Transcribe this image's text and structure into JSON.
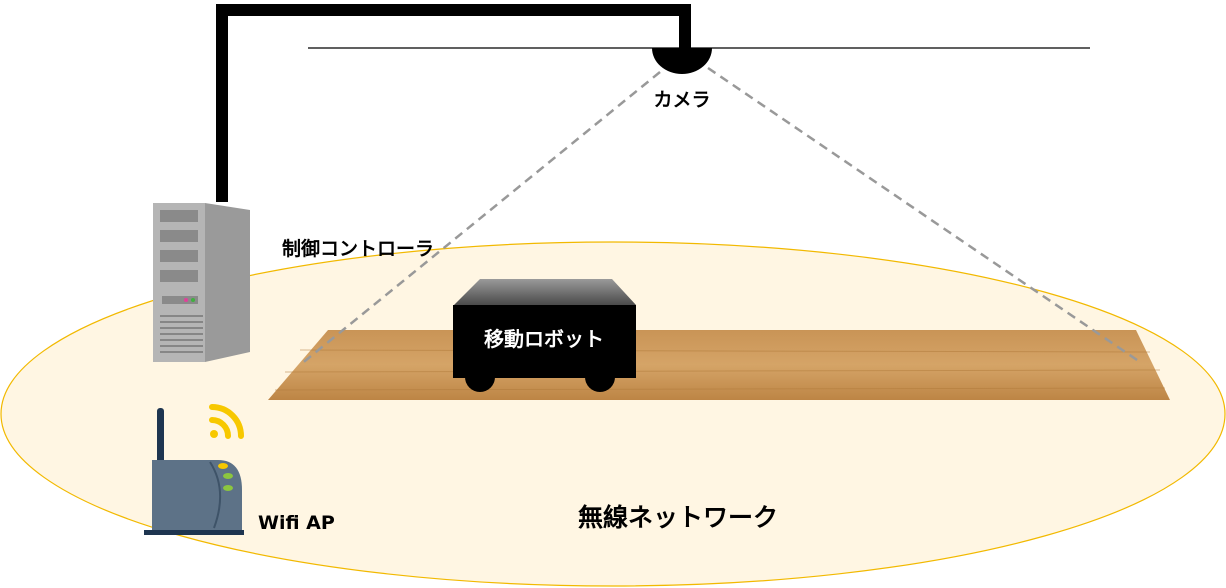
{
  "labels": {
    "camera": "カメラ",
    "controller": "制御コントローラ",
    "robot": "移動ロボット",
    "wifi_ap": "Wifi AP",
    "network": "無線ネットワーク"
  },
  "colors": {
    "network_fill": "#fff6e3",
    "network_stroke": "#f2b900",
    "floor": "#c8904c",
    "wifi_signal": "#f7c800",
    "router_body": "#5d7287"
  }
}
